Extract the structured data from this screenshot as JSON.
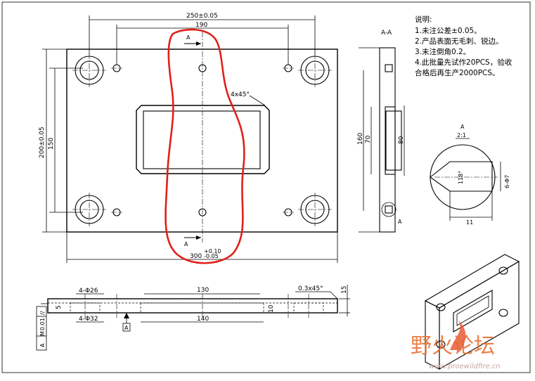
{
  "drawing": {
    "top_view": {
      "dim_overall_width": "250±0.05",
      "dim_hole_span": "190",
      "dim_overall_height": "200±0.05",
      "dim_hole_height": "150",
      "dim_bottom_width_main": "300",
      "dim_bottom_tol_upper": "+0.10",
      "dim_bottom_tol_lower": "-0.05",
      "chamfer_label": "4x45°",
      "section_label_top": "A",
      "section_label_bottom": "A"
    },
    "section_view": {
      "title": "A-A",
      "dim_total": "160",
      "dim_pocket_outer": "80",
      "dim_pocket_inner": "70",
      "detail_ref": "A"
    },
    "notes": {
      "heading": "说明:",
      "items": [
        "1.未注公差±0.05。",
        "2.产品表面无毛刺、锐边。",
        "3.未注倒角0.2。",
        "4.此批量先试作20PCS，验收",
        "合格后再生产2000PCS。"
      ]
    },
    "detail_view": {
      "label": "A",
      "scale": "2:1",
      "angle": "118°",
      "diameter": "6-Φ7",
      "length": "11"
    },
    "front_view": {
      "counterbore_top": "4-Φ26",
      "counterbore_bottom": "4-Φ32",
      "dim_window_top": "130",
      "dim_window_bottom": "140",
      "chamfer": "0.3x45°",
      "dim_thickness": "15",
      "dim_left": "5",
      "dim_inner": "10",
      "datum": "A",
      "gdt_symbol": "//",
      "gdt_value": "0.01",
      "gdt_modifier": "M",
      "gdt_datum": "A"
    },
    "watermark": {
      "brand": "野火论坛",
      "url": "www.proewildfire.cn"
    }
  }
}
